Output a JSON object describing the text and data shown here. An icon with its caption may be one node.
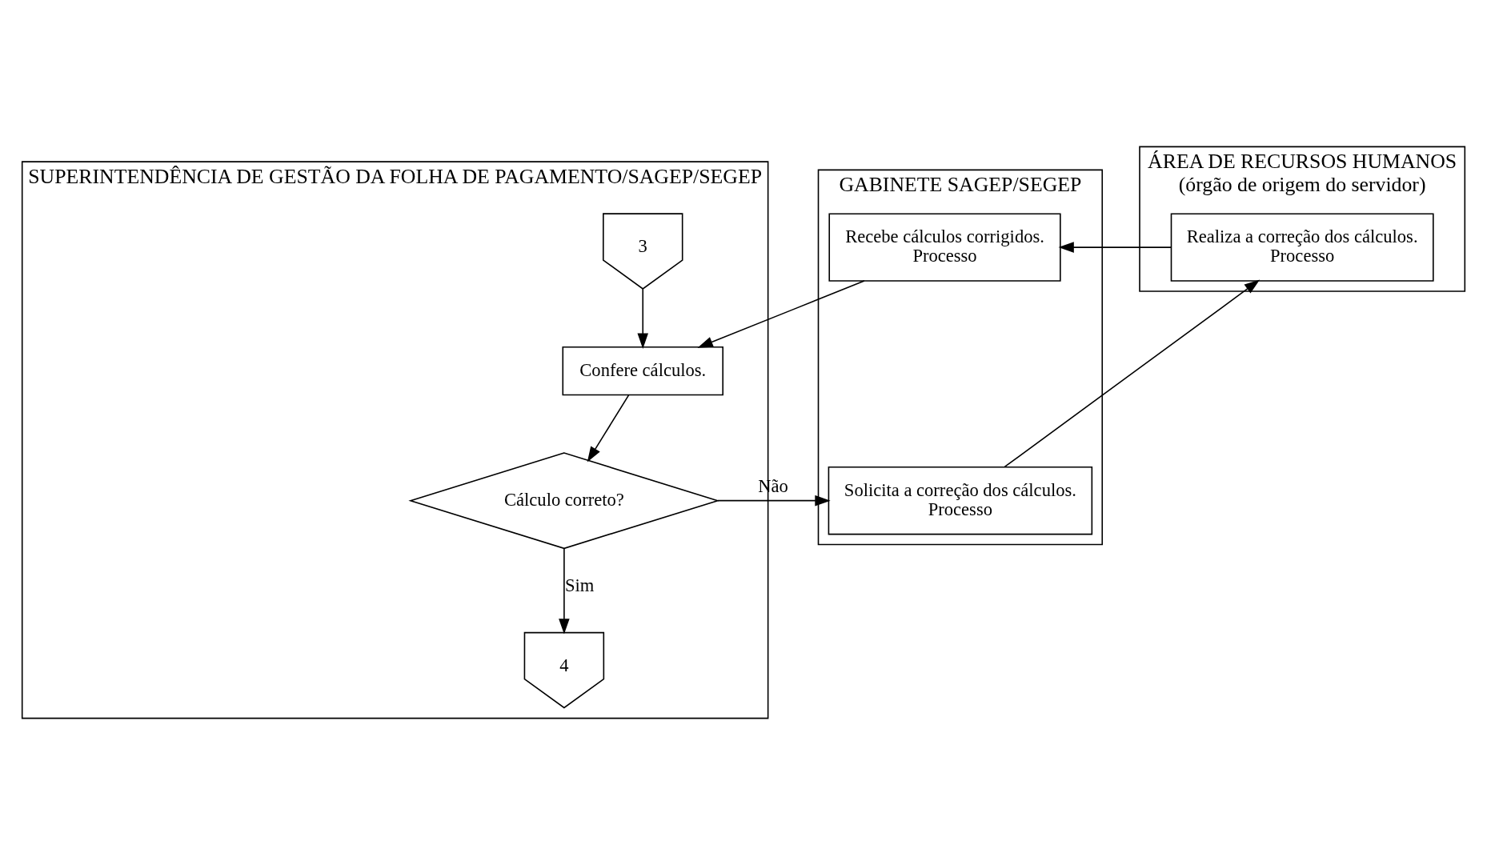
{
  "diagram": {
    "nodes": [
      {
        "text": [
          "SUPERINTENDÊNCIA DE GESTÃO DA FOLHA DE PAGAMENTO/SAGEP/SEGEP"
        ]
      },
      {
        "text": [
          "GABINETE SAGEP/SEGEP"
        ]
      },
      {
        "text": [
          "ÁREA DE RECURSOS HUMANOS",
          "(órgão de origem do servidor)"
        ]
      },
      {
        "text": [
          "3"
        ],
        "in": 0
      },
      {
        "text": [
          "Confere cálculos."
        ],
        "in": 0
      },
      {
        "text": [
          "Cálculo correto?"
        ],
        "in": 0
      },
      {
        "text": [
          "4"
        ],
        "in": 0
      },
      {
        "text": [
          "Recebe cálculos corrigidos.",
          "Processo"
        ],
        "in": 1
      },
      {
        "text": [
          "Solicita a correção dos cálculos.",
          "Processo"
        ],
        "in": 1
      },
      {
        "text": [
          "Realiza a correção dos cálculos.",
          "Processo"
        ],
        "in": 2
      }
    ],
    "edges": [
      {
        "from": 3,
        "to": 4,
        "arrow": "to"
      },
      {
        "from": 4,
        "to": 5,
        "arrow": "to"
      },
      {
        "from": 5,
        "to": 8,
        "arrow": "to",
        "label": "Não"
      },
      {
        "from": 5,
        "to": 6,
        "arrow": "to",
        "label": "Sim"
      },
      {
        "from": 8,
        "to": 9,
        "arrow": "to"
      },
      {
        "from": 9,
        "to": 7,
        "arrow": "to"
      },
      {
        "from": 7,
        "to": 4,
        "arrow": "to"
      }
    ]
  }
}
